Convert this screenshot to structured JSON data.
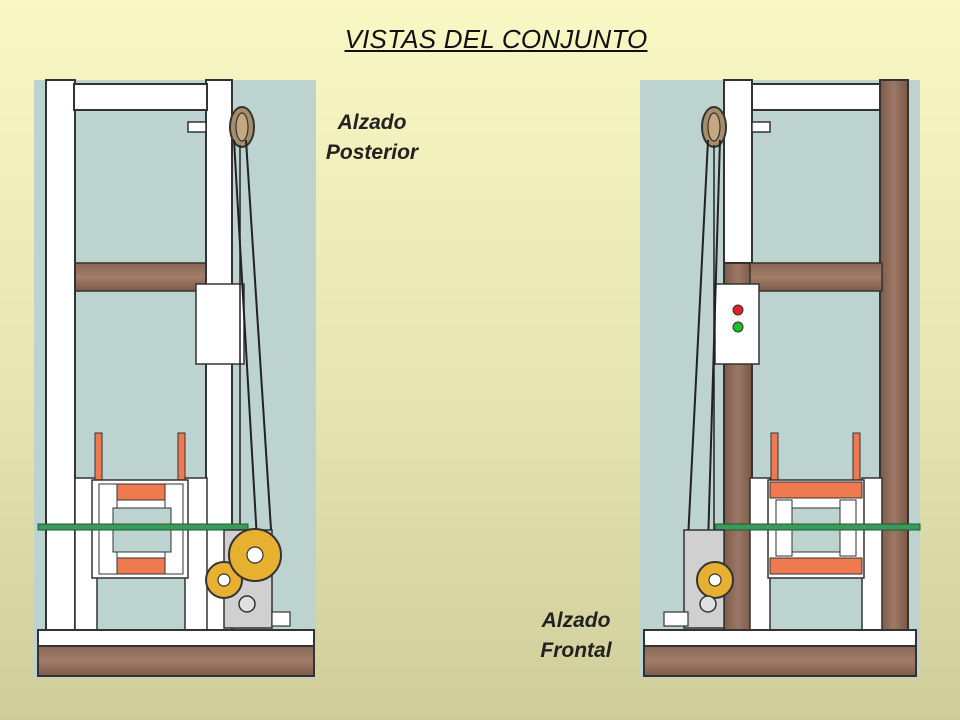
{
  "title": "VISTAS DEL CONJUNTO",
  "labels": {
    "posterior_line1": "Alzado",
    "posterior_line2": "Posterior",
    "frontal_line1": "Alzado",
    "frontal_line2": "Frontal"
  },
  "colors": {
    "background_top": "#f9f7c4",
    "background_bottom": "#cfcd9a",
    "panel": "#bdd3d0",
    "white_frame": "#ffffff",
    "wood": "#8f6a58",
    "orange": "#f07a50",
    "gear": "#e8b030",
    "rod": "#3a9a5a",
    "button_red": "#e02020",
    "button_green": "#20c020"
  }
}
